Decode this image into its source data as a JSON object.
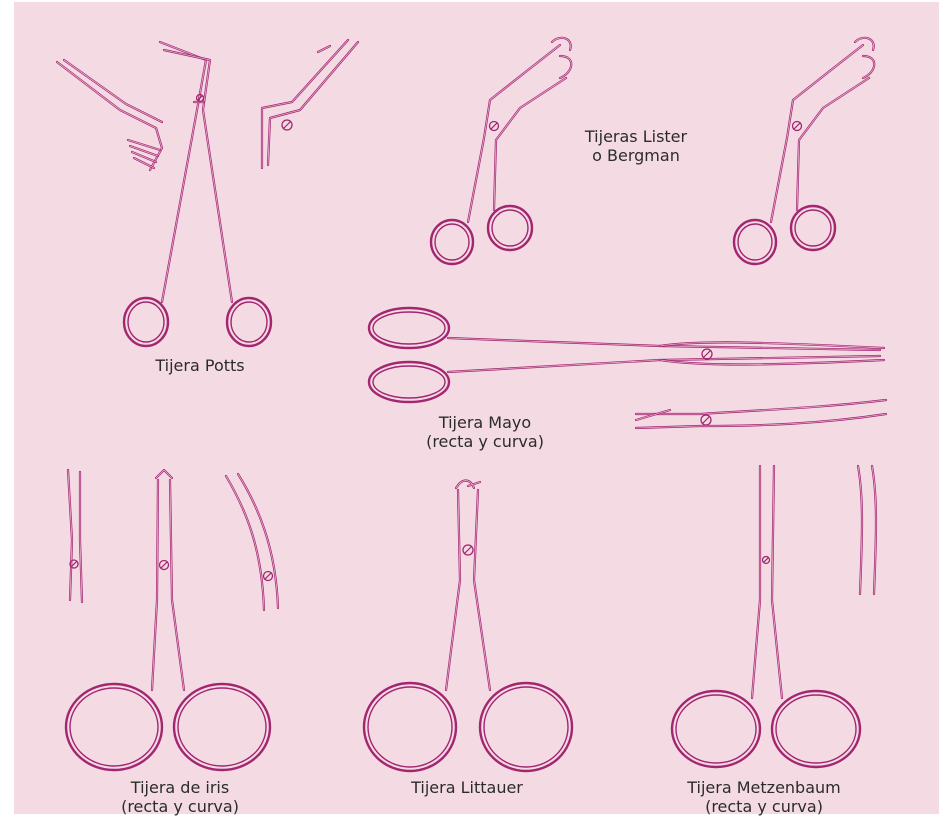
{
  "colors": {
    "background": "#f4dbe3",
    "instrument_stroke": "#a2256f",
    "instrument_inner": "#e8b2cf",
    "label_text": "#2b2b2b"
  },
  "labels": {
    "potts": "Tijera Potts",
    "lister_line1": "Tijeras Lister",
    "lister_line2": "o Bergman",
    "mayo_line1": "Tijera Mayo",
    "mayo_line2": "(recta y curva)",
    "iris_line1": "Tijera de iris",
    "iris_line2": "(recta y curva)",
    "littauer": "Tijera Littauer",
    "metzenbaum_line1": "Tijera Metzenbaum",
    "metzenbaum_line2": "(recta y curva)"
  },
  "instruments": [
    "potts-scissors",
    "lister-bandage-scissors",
    "mayo-scissors",
    "iris-scissors",
    "littauer-scissors",
    "metzenbaum-scissors"
  ]
}
